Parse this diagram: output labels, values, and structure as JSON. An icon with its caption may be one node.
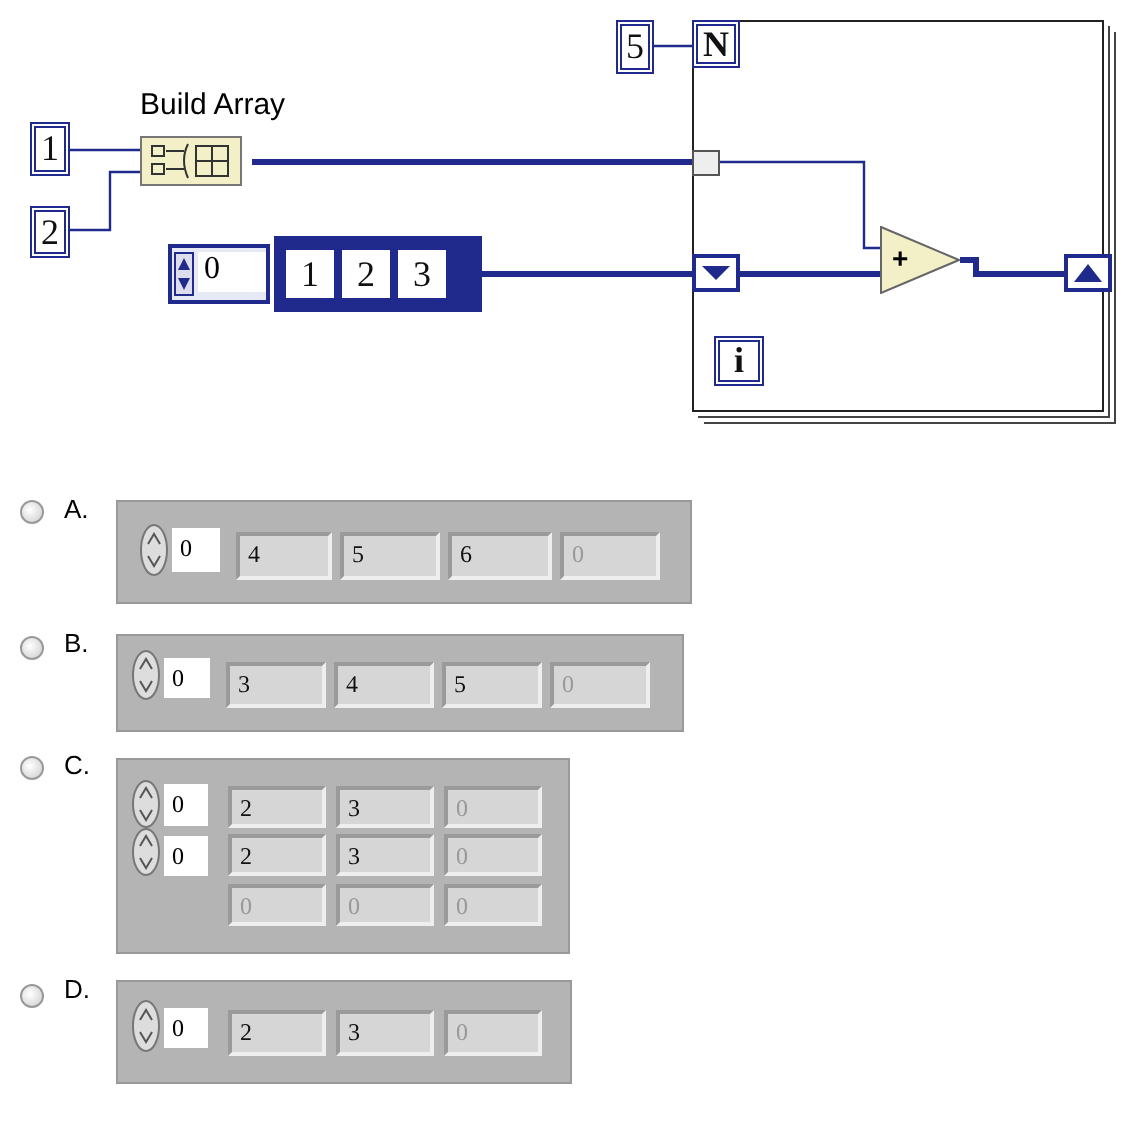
{
  "diagram": {
    "nodes": [
      {
        "text": [],
        "shape": "box"
      },
      {
        "text": [
          "5"
        ]
      },
      {
        "text": [
          "N"
        ],
        "in": 0
      },
      {
        "text": [
          "Build Array"
        ]
      },
      {
        "text": [
          "1"
        ]
      },
      {
        "text": [
          "2"
        ]
      },
      {
        "text": [
          "0",
          "1",
          "2",
          "3"
        ]
      },
      {
        "text": [],
        "shape": "box",
        "in": 0
      },
      {
        "text": [],
        "shape": "box",
        "in": 0
      },
      {
        "text": [
          "+"
        ],
        "in": 0
      },
      {
        "text": [],
        "shape": "box",
        "in": 0
      },
      {
        "text": [
          "i"
        ],
        "in": 0
      }
    ],
    "edges": [
      {
        "from": 1,
        "to": 2,
        "arrow": "none"
      },
      {
        "from": 4,
        "to": 3,
        "arrow": "none"
      },
      {
        "from": 5,
        "to": 3,
        "arrow": "none"
      },
      {
        "from": 3,
        "to": 7,
        "arrow": "none",
        "style": "thick"
      },
      {
        "from": 6,
        "to": 8,
        "arrow": "none",
        "style": "thick"
      },
      {
        "from": 7,
        "to": 9,
        "arrow": "none"
      },
      {
        "from": 8,
        "to": 9,
        "arrow": "none",
        "style": "thick"
      },
      {
        "from": 9,
        "to": 10,
        "arrow": "none",
        "style": "thick"
      }
    ],
    "labels": [
      "A.",
      "0",
      "4",
      "5",
      "6",
      "0",
      "B.",
      "0",
      "3",
      "4",
      "5",
      "0",
      "C.",
      "0",
      "2",
      "3",
      "0",
      "0",
      "2",
      "3",
      "0",
      "0",
      "0",
      "0",
      "D.",
      "0",
      "2",
      "3",
      "0"
    ]
  }
}
